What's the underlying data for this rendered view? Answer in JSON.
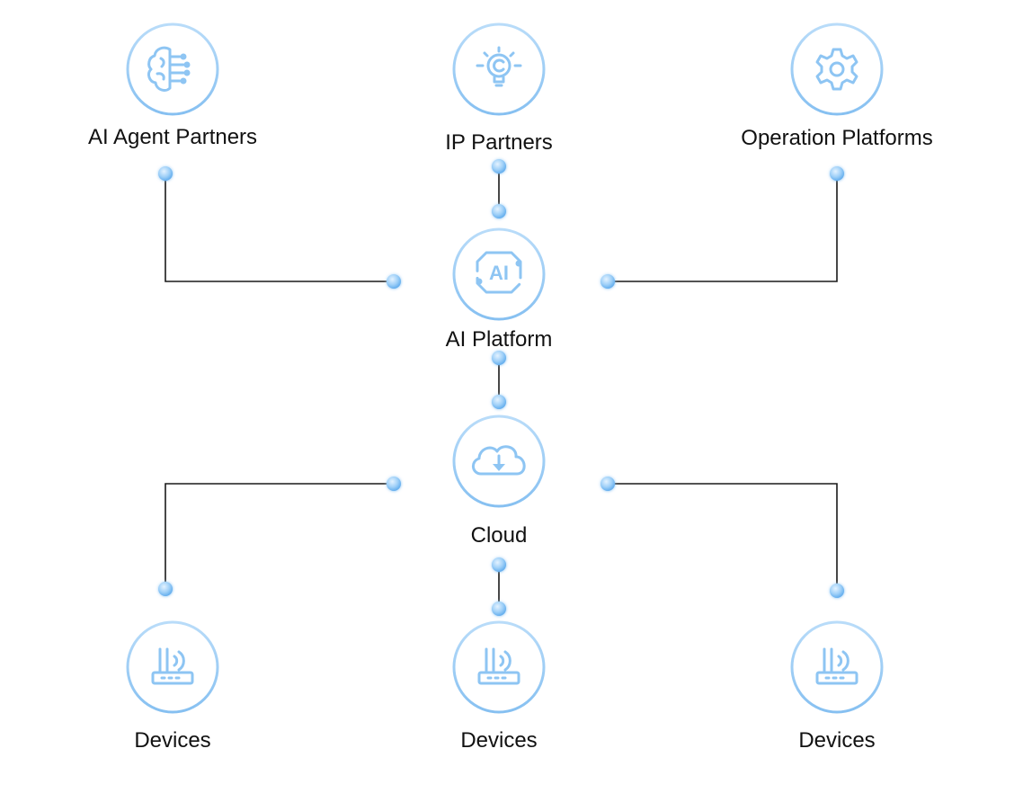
{
  "nodes": {
    "ai_agent_partners": {
      "label": "AI Agent Partners",
      "icon": "brain-circuit-icon"
    },
    "ip_partners": {
      "label": "IP Partners",
      "icon": "lightbulb-copyright-icon"
    },
    "operation_platforms": {
      "label": "Operation Platforms",
      "icon": "gear-icon"
    },
    "ai_platform": {
      "label": "AI Platform",
      "icon": "ai-chip-icon",
      "icon_text": "AI"
    },
    "cloud": {
      "label": "Cloud",
      "icon": "cloud-download-icon"
    },
    "devices_left": {
      "label": "Devices",
      "icon": "router-icon"
    },
    "devices_center": {
      "label": "Devices",
      "icon": "router-icon"
    },
    "devices_right": {
      "label": "Devices",
      "icon": "router-icon"
    }
  },
  "colors": {
    "ring": "#9ccdf5",
    "icon": "#8ec5f3",
    "connector": "#1a1a1a",
    "dot": "#7bbcf2",
    "label": "#111111"
  }
}
